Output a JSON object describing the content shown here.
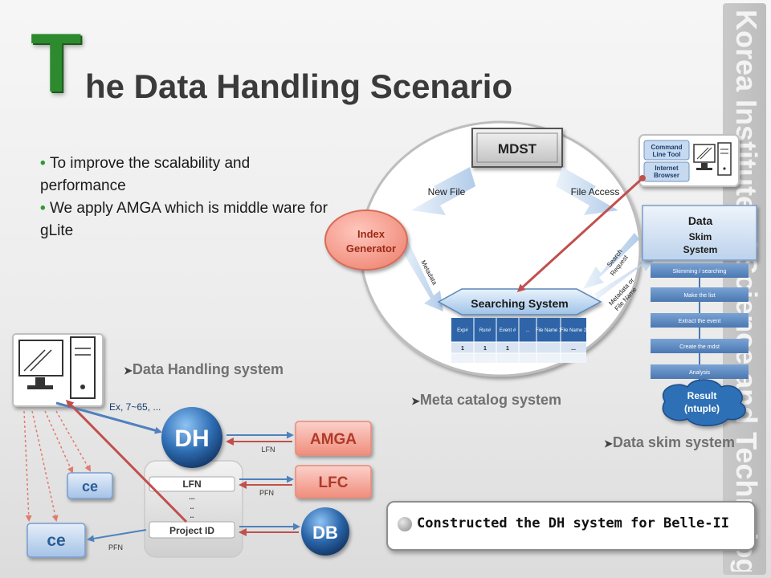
{
  "title": {
    "cap": "T",
    "rest": "he Data Handling Scenario"
  },
  "banner": "Korea Institute of Science and Technology Information",
  "bullets": [
    "To improve the scalability and performance",
    "We apply AMGA which is middle ware for gLite"
  ],
  "meta": {
    "mdst": "MDST",
    "new_file": "New File",
    "file_access": "File Access",
    "index_generator": [
      "Index",
      "Generator"
    ],
    "metadata": "Metadata",
    "search_request": [
      "Search",
      "Request"
    ],
    "metadata_or_file": [
      "Metadata or",
      "File Name"
    ],
    "searching_system": "Searching System",
    "table_headers": [
      "Exp#",
      "Run#",
      "Event #",
      "...",
      "File Name 1",
      "File Name 2"
    ],
    "table_row": [
      "1",
      "1",
      "1",
      "",
      "",
      "..."
    ]
  },
  "skim": {
    "tool_1": [
      "Command",
      "Line Tool"
    ],
    "tool_2": [
      "Internet",
      "Browser"
    ],
    "system": [
      "Data",
      "Skim",
      "System"
    ],
    "steps": [
      "Skimming / searching",
      "Make the list",
      "Extract the event",
      "Create the mdst",
      "Analysis"
    ],
    "result": [
      "Result",
      "(ntuple)"
    ]
  },
  "dh": {
    "dh_label": "DH",
    "ex_label": "Ex, 7~65, ...",
    "amga": "AMGA",
    "lfc": "LFC",
    "db": "DB",
    "lfn_link_1": "LFN",
    "pfn_link_1": "PFN",
    "pfn_link_2": "PFN",
    "lfn_box": "LFN",
    "dots": [
      "...",
      "..",
      ".."
    ],
    "project_id": "Project ID",
    "ce_small": "ce",
    "ce_large": "ce"
  },
  "sections": {
    "data_handling": "Data Handling system",
    "meta_catalog": "Meta catalog system",
    "data_skim": "Data skim system"
  },
  "callout": "Constructed the DH system for Belle-II",
  "colors": {
    "green": "#2e8a2e",
    "red_arrow": "#c0504d",
    "blue_arrow": "#4f81bd"
  }
}
